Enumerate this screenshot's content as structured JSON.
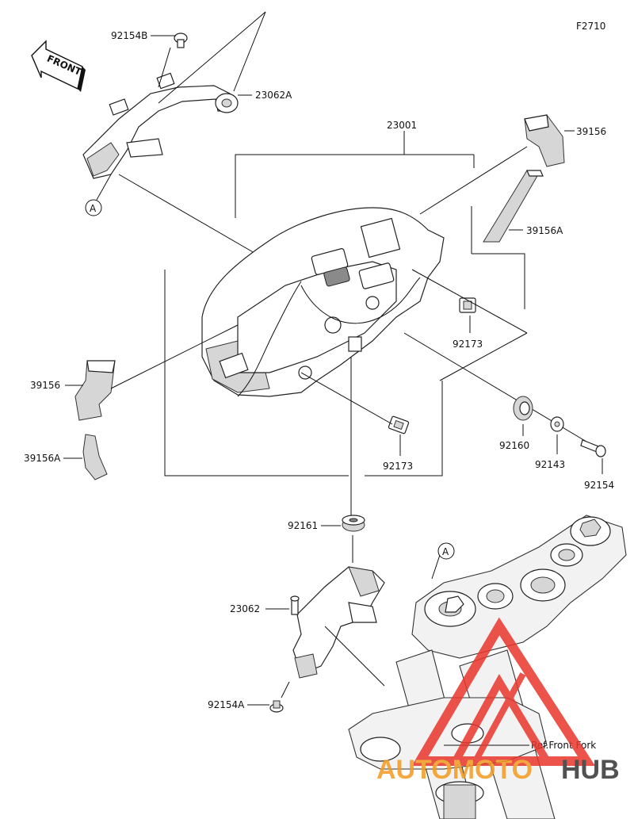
{
  "figure_code": "F2710",
  "direction_tag": "FRONT",
  "callout_marker": "A",
  "parts": {
    "p92154B": "92154B",
    "p23062A": "23062A",
    "p23001": "23001",
    "p39156_right": "39156",
    "p39156A_right": "39156A",
    "p92173_right": "92173",
    "p39156_left": "39156",
    "p39156A_left": "39156A",
    "p92173_center": "92173",
    "p92160": "92160",
    "p92143": "92143",
    "p92154": "92154",
    "p92161": "92161",
    "p23062": "23062",
    "p92154A": "92154A"
  },
  "reference_note": "Ref.Front Fork",
  "watermark": {
    "text_a": "AUTOMOTO",
    "text_b": "HUB",
    "color_primary": "#e8362c",
    "color_secondary": "#f29a1f",
    "color_dark": "#333333"
  }
}
